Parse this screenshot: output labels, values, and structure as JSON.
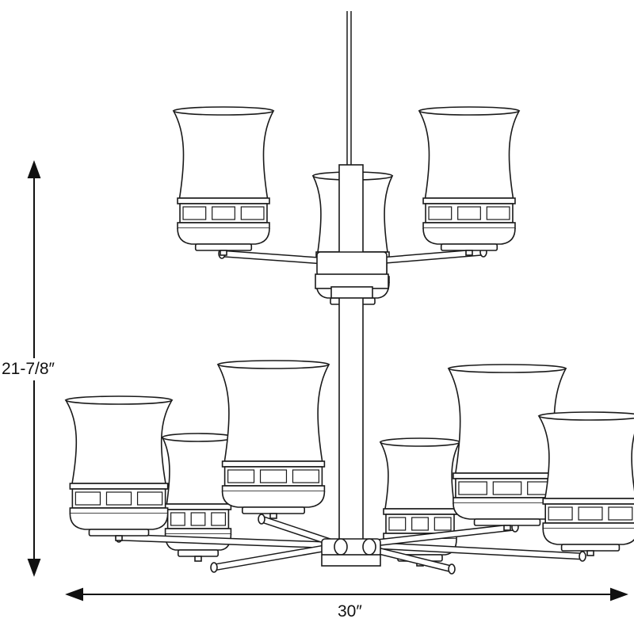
{
  "dimensions": {
    "height": "21-7/8″",
    "width": "30″"
  },
  "product": {
    "type": "chandelier",
    "shade_count": 9,
    "tiers": 2
  },
  "colors": {
    "line": "#1a1a1a",
    "background": "#ffffff"
  }
}
